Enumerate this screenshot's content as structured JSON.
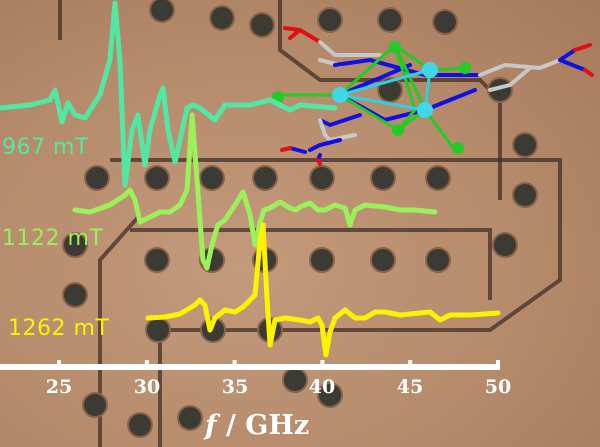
{
  "chart_data": {
    "type": "line",
    "title": "",
    "xlabel_symbol": "f",
    "xlabel_unit": "/ GHz",
    "ylabel": "",
    "xlim": [
      20.5,
      50
    ],
    "xticks": [
      "25",
      "30",
      "35",
      "40",
      "45",
      "50"
    ],
    "xtick_values": [
      25,
      30,
      35,
      40,
      45,
      50
    ],
    "grid": false,
    "series": [
      {
        "name": "967 mT",
        "color": "#52e8a4",
        "x": [
          21.64,
          23.35,
          24.49,
          24.77,
          25.17,
          25.51,
          25.91,
          26.48,
          27.33,
          27.9,
          28.19,
          28.47,
          28.76,
          29.16,
          29.5,
          29.9,
          30.18,
          30.75,
          30.92,
          31.21,
          31.61,
          31.89,
          32.29,
          32.63,
          33.03,
          33.88,
          34.45,
          35.88,
          37.02,
          38.15,
          38.72,
          40.72
        ],
        "y": [
          0,
          3,
          8,
          18,
          -14,
          5,
          -7,
          -10,
          13,
          48,
          105,
          48,
          -77,
          -22,
          -7,
          -57,
          -22,
          13,
          20,
          -22,
          -54,
          -32,
          0,
          3,
          0,
          -12,
          3,
          3,
          8,
          -2,
          3,
          0
        ]
      },
      {
        "name": "1122 mT",
        "color": "#9cf05a",
        "x": [
          25.91,
          26.77,
          27.9,
          28.76,
          29.04,
          29.33,
          29.61,
          30.07,
          30.75,
          31.32,
          31.89,
          32.29,
          32.58,
          32.86,
          33.2,
          33.43,
          33.71,
          34.05,
          34.45,
          35.02,
          35.48,
          35.88,
          36.16,
          36.45,
          36.67,
          37.02,
          37.59,
          38.15,
          38.5,
          38.72,
          39.29,
          39.75,
          40.15,
          40.72,
          41.29,
          41.57,
          41.86,
          42.43,
          43.56,
          44.42,
          45.27,
          46.41
        ],
        "y": [
          -2,
          -4,
          3,
          13,
          18,
          8,
          -14,
          -10,
          -4,
          -4,
          3,
          18,
          93,
          28,
          -52,
          -60,
          -37,
          -17,
          -12,
          3,
          16,
          -7,
          -37,
          -14,
          -2,
          0,
          6,
          0,
          -2,
          1,
          5,
          -2,
          -2,
          3,
          0,
          -17,
          -2,
          3,
          1,
          -2,
          -2,
          -4
        ]
      },
      {
        "name": "1262 mT",
        "color": "#fff200",
        "x": [
          30.07,
          31.04,
          31.89,
          32.74,
          33.03,
          33.31,
          33.6,
          33.88,
          34.45,
          35.02,
          35.48,
          35.88,
          36.16,
          36.45,
          36.62,
          36.85,
          37.02,
          37.3,
          37.87,
          38.72,
          39.29,
          39.75,
          39.98,
          40.2,
          40.43,
          40.72,
          41.29,
          41.86,
          42.43,
          43.0,
          43.56,
          44.42,
          46.13,
          46.7,
          47.27,
          48.41,
          50.0
        ],
        "y": [
          -3,
          -2,
          1,
          10,
          15,
          10,
          -15,
          -3,
          5,
          3,
          8,
          15,
          20,
          75,
          90,
          15,
          -30,
          -5,
          -3,
          -5,
          -7,
          -3,
          -10,
          -40,
          -17,
          -3,
          5,
          -3,
          -3,
          3,
          3,
          0,
          3,
          -5,
          0,
          0,
          2
        ]
      }
    ]
  }
}
